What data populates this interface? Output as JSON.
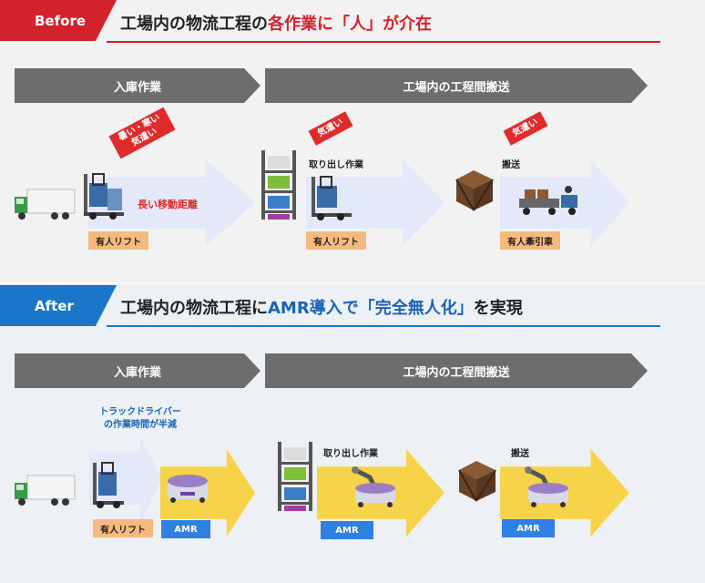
{
  "before": {
    "tag": "Before",
    "title_prefix": "工場内の物流工程の",
    "title_highlight": "各作業に「人」が介在",
    "phase_inbound": "入庫作業",
    "phase_transport": "工場内の工程間搬送",
    "warn_hot_cold_line1": "暑い・寒い",
    "warn_hot_cold_line2": "気遣い",
    "warn_care_1": "気遣い",
    "warn_care_2": "気遣い",
    "long_distance": "長い移動距離",
    "pickup_label": "取り出し作業",
    "transport_label": "搬送",
    "manned_lift_1": "有人リフト",
    "manned_lift_2": "有人リフト",
    "manned_tractor": "有人牽引車"
  },
  "after": {
    "tag": "After",
    "title_prefix": "工場内の物流工程に",
    "title_highlight": "AMR導入で「完全無人化」",
    "title_suffix": "を実現",
    "phase_inbound": "入庫作業",
    "phase_transport": "工場内の工程間搬送",
    "driver_note_line1": "トラックドライバー",
    "driver_note_line2": "の作業時間が半減",
    "pickup_label": "取り出し作業",
    "transport_label": "搬送",
    "manned_lift": "有人リフト",
    "amr_1": "AMR",
    "amr_2": "AMR",
    "amr_3": "AMR"
  },
  "colors": {
    "before_accent": "#d2232c",
    "after_accent": "#1976c9",
    "phase_gray": "#6d6d6d",
    "arrow_blue": "#e3e9f8",
    "arrow_yellow": "#f7d34a",
    "label_orange": "#f6bb7c",
    "label_blue": "#2f80e0"
  }
}
